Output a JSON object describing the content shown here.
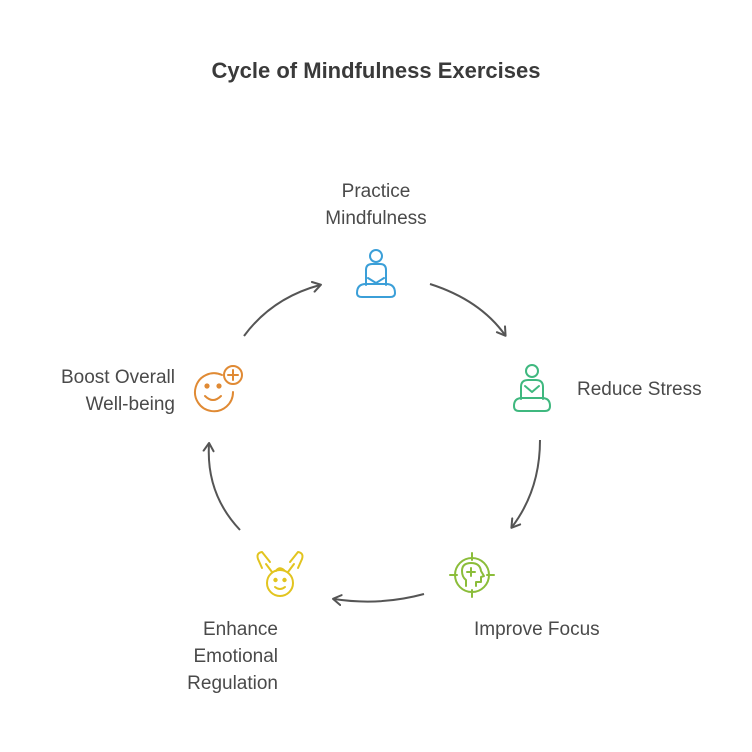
{
  "title": "Cycle of Mindfulness Exercises",
  "steps": [
    {
      "label_lines": [
        "Practice",
        "Mindfulness"
      ],
      "icon": "meditating-person-icon",
      "color": "#3b9fd8"
    },
    {
      "label_lines": [
        "Reduce Stress"
      ],
      "icon": "relaxed-person-icon",
      "color": "#3fb87f"
    },
    {
      "label_lines": [
        "Improve Focus"
      ],
      "icon": "head-target-icon",
      "color": "#8bbd3a"
    },
    {
      "label_lines": [
        "Enhance",
        "Emotional",
        "Regulation"
      ],
      "icon": "cared-face-icon",
      "color": "#e2c41f"
    },
    {
      "label_lines": [
        "Boost Overall",
        "Well-being"
      ],
      "icon": "smile-plus-icon",
      "color": "#e08a34"
    }
  ],
  "arrow_color": "#555555"
}
